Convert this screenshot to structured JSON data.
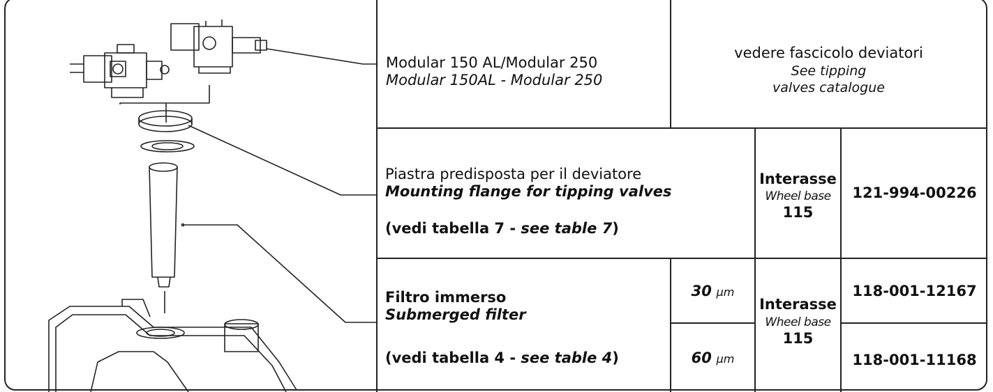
{
  "rows": {
    "modular": {
      "desc_it": "Modular 150 AL/Modular 250",
      "desc_en": "Modular 150AL - Modular 250",
      "note_it": "vedere fascicolo deviatori",
      "note_en_1": "See tipping",
      "note_en_2": "valves catalogue"
    },
    "flange": {
      "desc_it": "Piastra predisposta per il deviatore",
      "desc_en": "Mounting flange for tipping valves",
      "ref_prefix": "(vedi tabella 7 - ",
      "ref_en": "see table 7",
      "ref_suffix": ")",
      "wheelbase_it": "Interasse",
      "wheelbase_en": "Wheel base",
      "wheelbase_value": "115",
      "code": "121-994-00226"
    },
    "filter": {
      "desc_it": "Filtro immerso",
      "desc_en": "Submerged filter",
      "ref_prefix": "(vedi tabella 4 - ",
      "ref_en": "see table 4",
      "ref_suffix": ")",
      "micron_1_value": "30",
      "micron_2_value": "60",
      "micron_unit": "µm",
      "wheelbase_it": "Interasse",
      "wheelbase_en": "Wheel base",
      "wheelbase_value": "115",
      "code_1": "118-001-12167",
      "code_2": "118-001-11168"
    }
  }
}
